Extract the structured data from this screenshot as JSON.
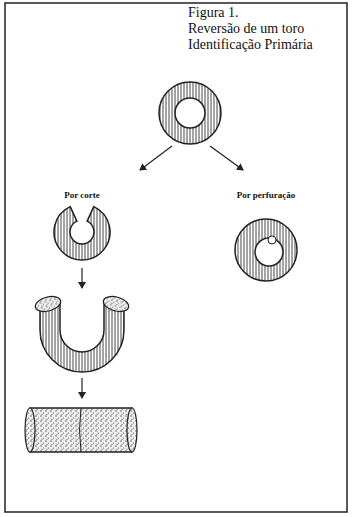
{
  "diagram": {
    "title": "Figura 1.",
    "labels": [
      "Reversão de um toro",
      "Identificação Primária",
      "Por corte",
      "Por perfuração"
    ]
  }
}
